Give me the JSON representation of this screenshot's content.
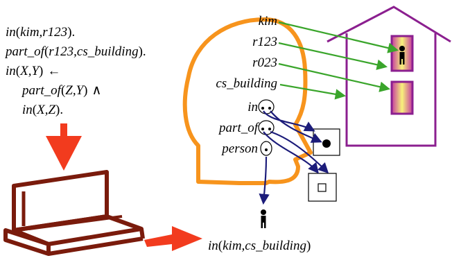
{
  "program": {
    "fact_in": {
      "pred": "in",
      "args": "kim,r123",
      "end": "."
    },
    "fact_part_of": {
      "pred": "part_of",
      "args": "r123,cs_building",
      "end": "."
    },
    "rule_head": {
      "pred": "in",
      "args": "X,Y",
      "arrow": "←"
    },
    "rule_body_1": {
      "pred": "part_of",
      "args": "Z,Y",
      "conj": "∧"
    },
    "rule_body_2": {
      "pred": "in",
      "args": "X,Z",
      "end": "."
    }
  },
  "mind_symbols": {
    "kim": "kim",
    "r123": "r123",
    "r023": "r023",
    "cs_building": "cs_building",
    "in_relation": "in",
    "part_of_relation": "part_of",
    "person_relation": "person"
  },
  "conclusion": {
    "pred": "in",
    "args": "kim,cs_building"
  },
  "colors": {
    "head_outline": "#f7941d",
    "house_outline": "#8b1f8f",
    "green_arrow": "#3aa52b",
    "navy_arrow": "#1c1c7a",
    "red_arrow": "#f23b1e",
    "laptop": "#7a1b0c",
    "room_gradient_top": "#f6f27a",
    "room_gradient_bottom": "#c53aa0"
  },
  "icons": {
    "person": "person-icon",
    "laptop": "laptop-icon",
    "house": "house-icon",
    "head": "head-silhouette-icon"
  }
}
